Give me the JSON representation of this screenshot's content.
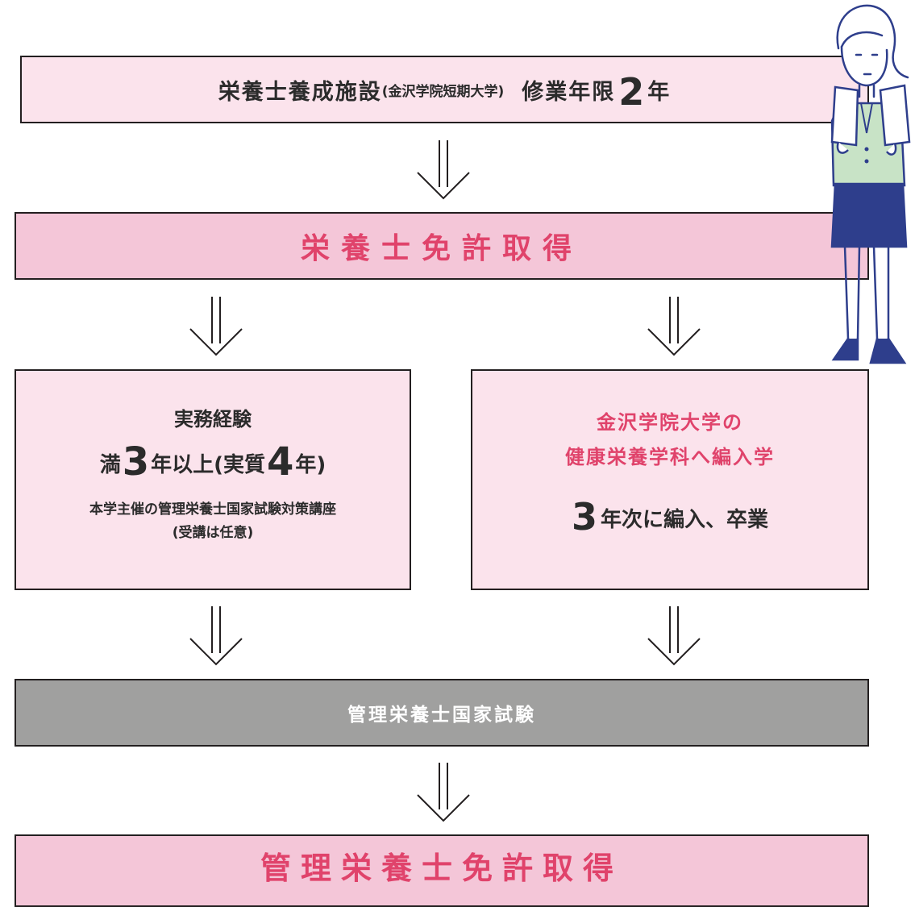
{
  "step1": {
    "main": "栄養士養成施設",
    "paren": "(金沢学院短期大学)",
    "term_label": "修業年限",
    "term_number": "2",
    "term_unit": "年"
  },
  "step2": {
    "label": "栄養士免許取得"
  },
  "left_path": {
    "title": "実務経験",
    "prefix": "満",
    "years_number": "3",
    "mid": "年以上(実質",
    "actual_number": "4",
    "suffix": "年)",
    "note": "本学主催の管理栄養士国家試験対策講座",
    "note_sub": "(受講は任意)"
  },
  "right_path": {
    "line1": "金沢学院大学の",
    "line2": "健康栄養学科へ編入学",
    "year_number": "3",
    "year_text": "年次に編入、卒業"
  },
  "step4": {
    "label": "管理栄養士国家試験"
  },
  "step5": {
    "label": "管理栄養士免許取得"
  },
  "colors": {
    "light_pink": "#fbe3ec",
    "mid_pink": "#f4c6d8",
    "accent_red": "#e0436b",
    "gray": "#a0a09f",
    "border": "#231f20",
    "figure_jacket": "#c8e3c6",
    "figure_skirt": "#2e3e8c"
  },
  "icons": [
    "double-down-arrow-icon",
    "woman-holding-papers-illustration"
  ]
}
